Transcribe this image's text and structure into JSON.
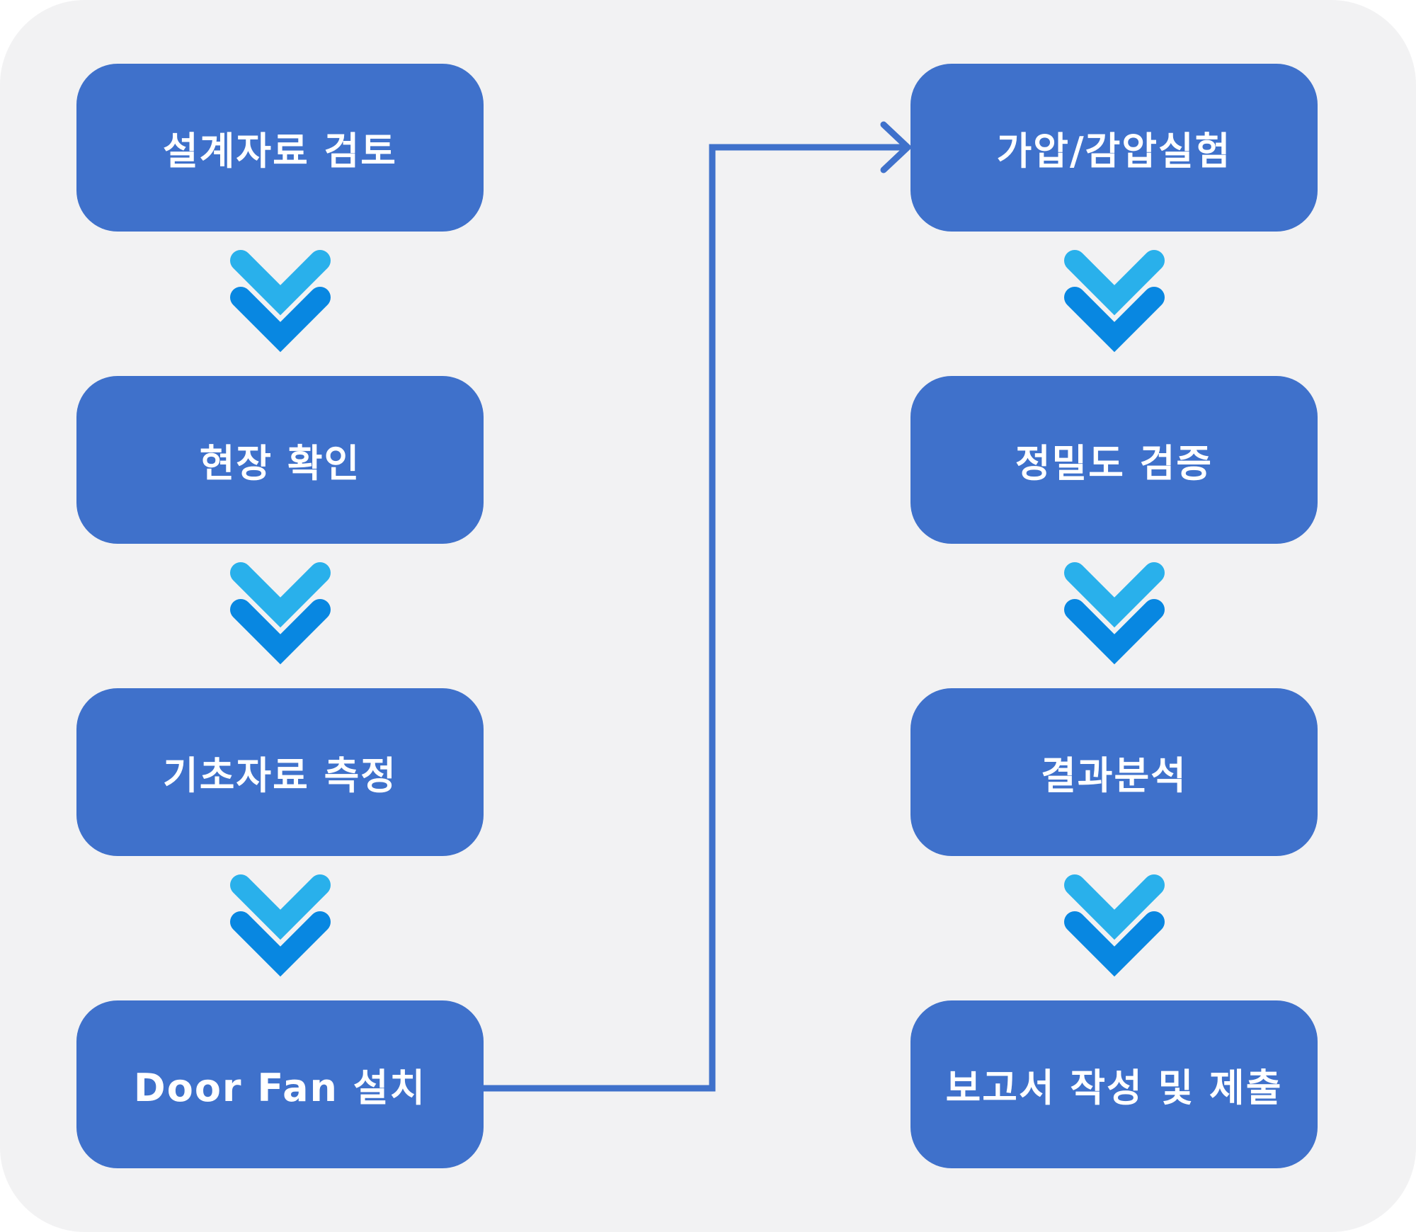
{
  "colors": {
    "background": "#f2f2f3",
    "box": "#3f71cb",
    "box_text": "#ffffff",
    "chevron_light": "#29b0eb",
    "chevron_dark": "#0887e1",
    "connector": "#3f71cb"
  },
  "left_column": [
    {
      "label": "설계자료 검토"
    },
    {
      "label": "현장 확인"
    },
    {
      "label": "기초자료 측정"
    },
    {
      "label": "Door Fan 설치"
    }
  ],
  "right_column": [
    {
      "label": "가압/감압실험"
    },
    {
      "label": "정밀도 검증"
    },
    {
      "label": "결과분석"
    },
    {
      "label": "보고서 작성 및 제출"
    }
  ],
  "icons": {
    "step_arrow": "double-chevron-down-icon",
    "connector_head": "arrow-right-icon"
  }
}
